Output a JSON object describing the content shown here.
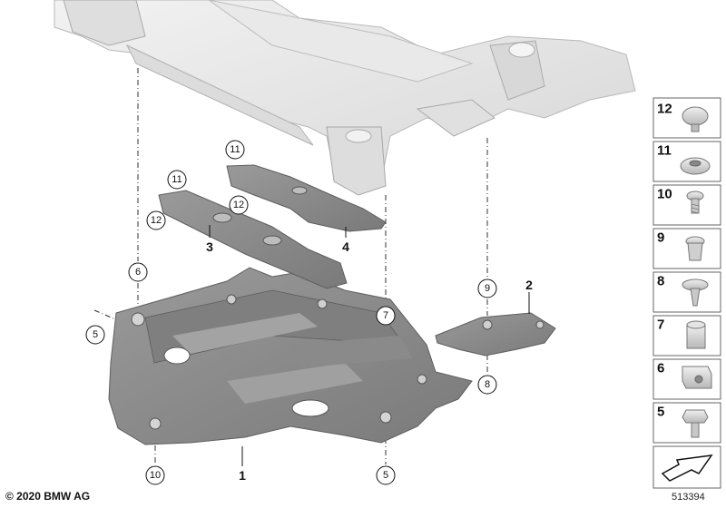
{
  "copyright": "© 2020 BMW AG",
  "diagram_number": "513394",
  "part_labels": [
    "1",
    "2",
    "3",
    "4"
  ],
  "callouts": [
    "11",
    "12",
    "11",
    "12",
    "6",
    "5",
    "7",
    "9",
    "8",
    "10",
    "5"
  ],
  "legend": [
    "12",
    "11",
    "10",
    "9",
    "8",
    "7",
    "6",
    "5"
  ],
  "colors": {
    "frame": "#e6e6e6",
    "frame_edge": "#b9b9b9",
    "shield": "#8f8f8f",
    "shield_dark": "#6e6e6e",
    "legend_border": "#666666"
  }
}
